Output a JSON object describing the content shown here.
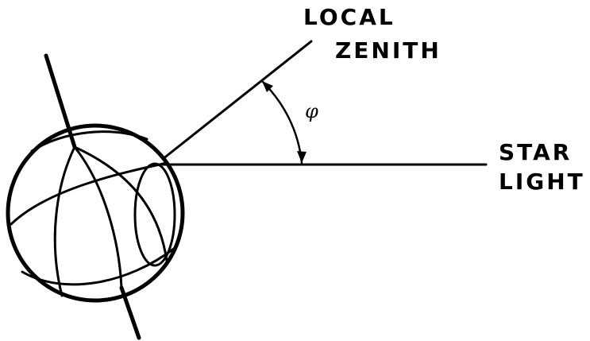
{
  "labels": {
    "local_zenith_line1": "LOCAL",
    "local_zenith_line2": "ZENITH",
    "star_light_line1": "STAR",
    "star_light_line2": "LIGHT",
    "angle_symbol": "φ"
  },
  "colors": {
    "ink": "#000000",
    "background": "#ffffff"
  }
}
